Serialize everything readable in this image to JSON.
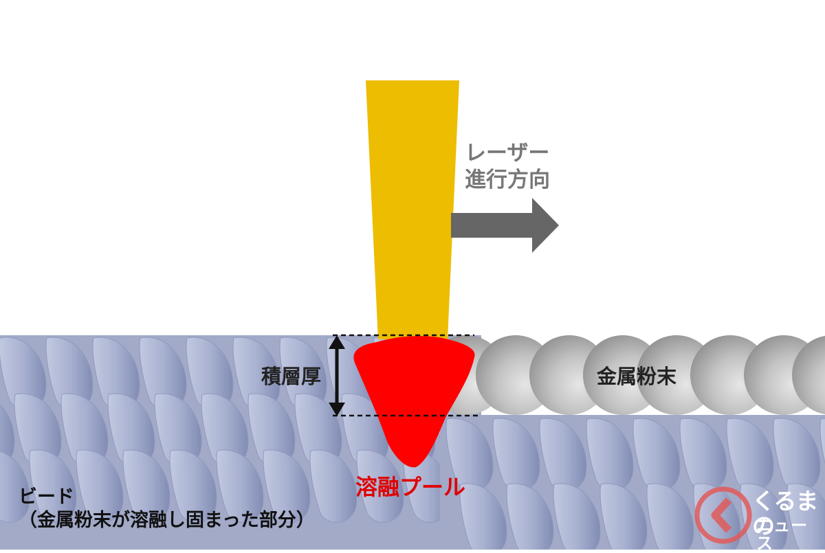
{
  "labels": {
    "laser_direction": [
      "レーザー",
      "進行方向"
    ],
    "layer_thickness": "積層厚",
    "metal_powder": "金属粉末",
    "melt_pool": "溶融プール",
    "bead": [
      "ビード",
      "（金属粉末が溶融し固まった部分）"
    ]
  },
  "logo": {
    "wordmark": "くるまの",
    "subword": "ニュース"
  },
  "colors": {
    "laser": "#ecbd00",
    "arrow": "#666666",
    "melt_pool": "#ff0000",
    "bead_base": "#a4acc9",
    "powder": "#c4c4c4",
    "logo": "#e05a5a"
  }
}
